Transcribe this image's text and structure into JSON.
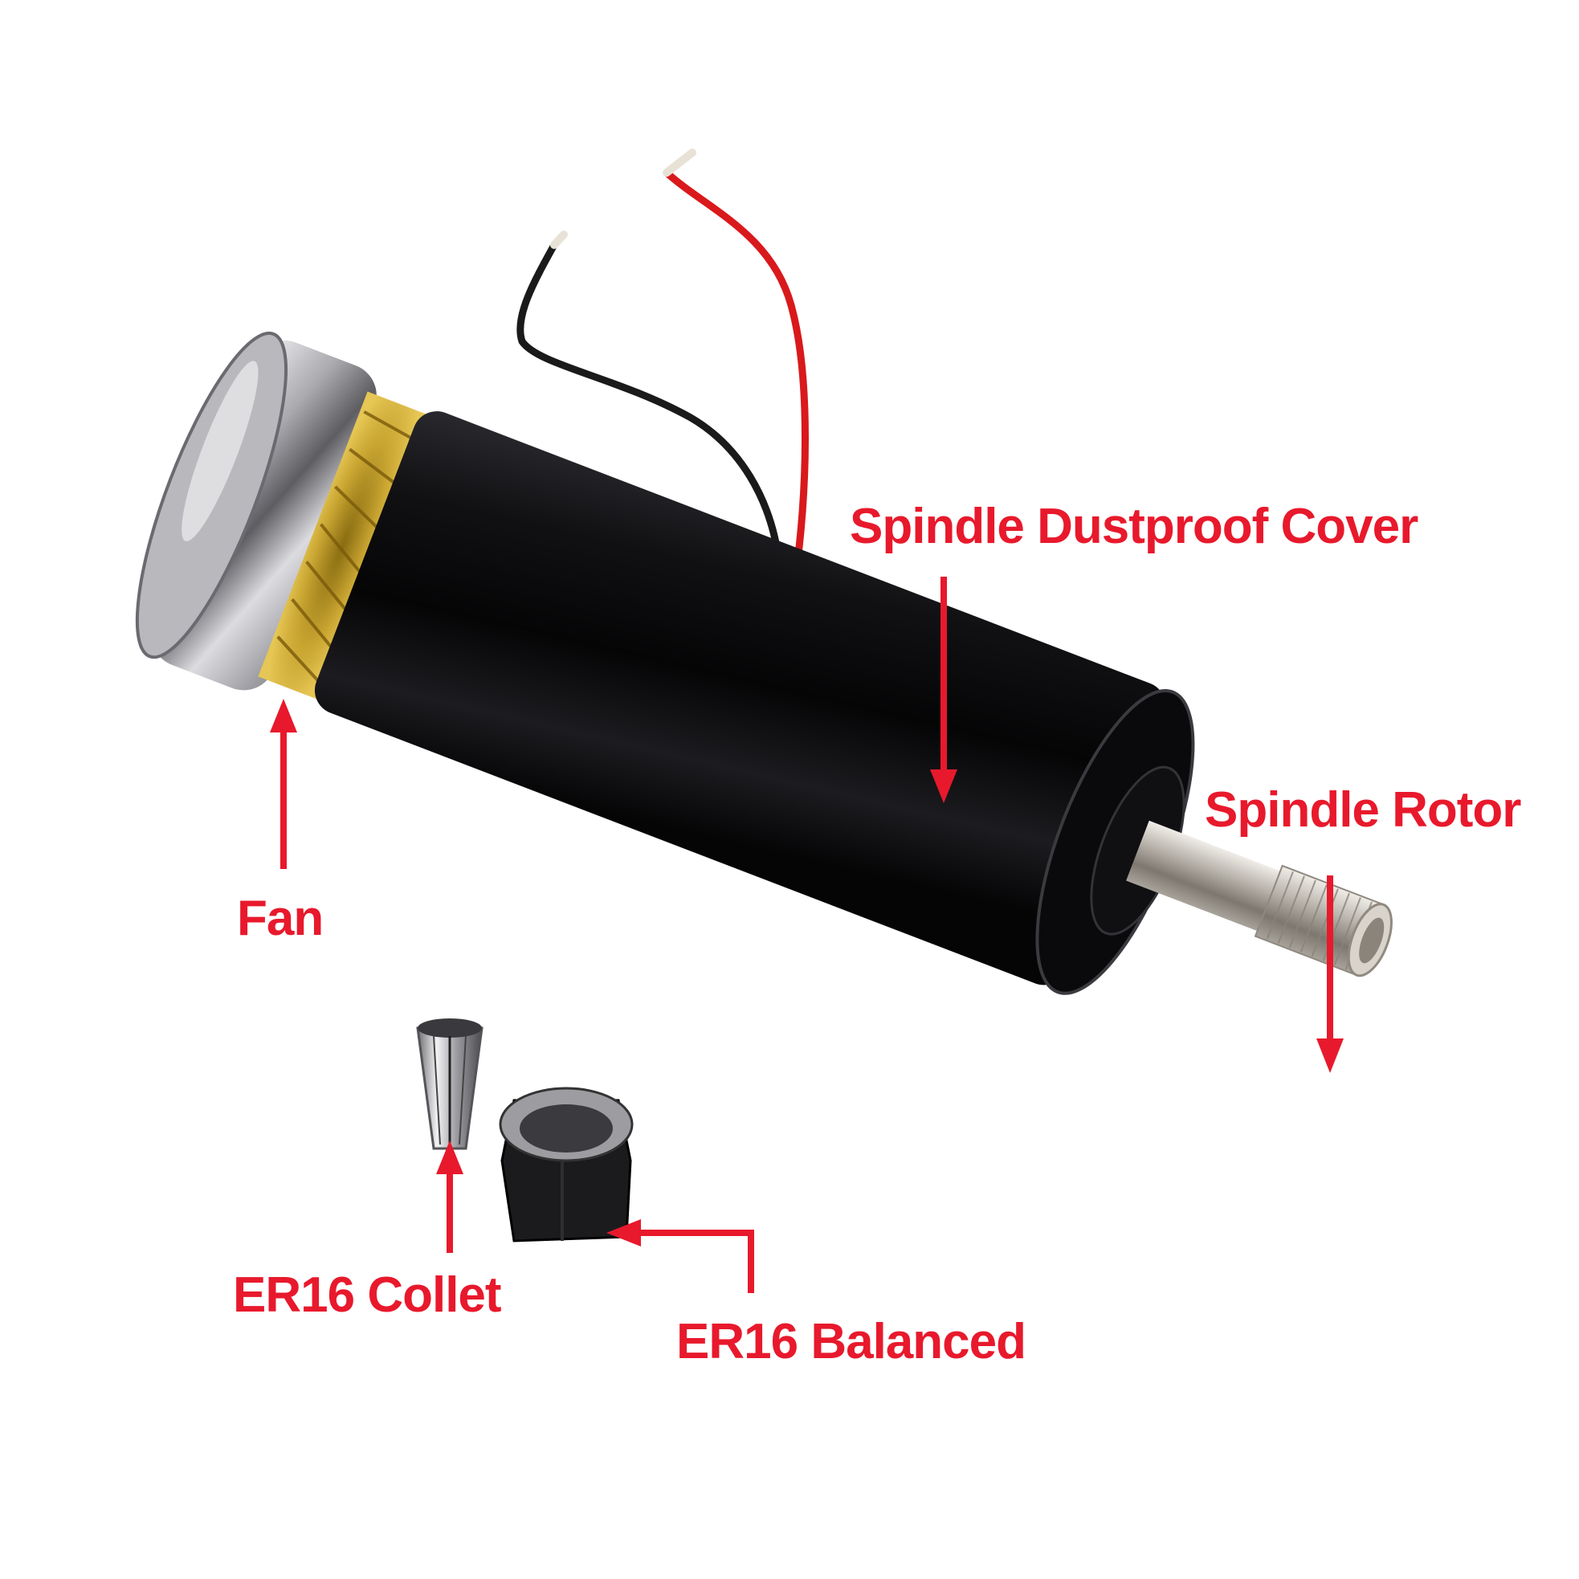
{
  "labels": {
    "cover": "Spindle Dustproof Cover",
    "rotor": "Spindle Rotor",
    "fan": "Fan",
    "collet": "ER16 Collet",
    "nut": "ER16 Balanced"
  },
  "colors": {
    "callout": "#e8192c",
    "body": "#0b0b0d",
    "chrome": "#c9c9cc",
    "fan_blades": "#c9a531",
    "wire_red": "#d9191c",
    "wire_black": "#1a1a1a"
  }
}
